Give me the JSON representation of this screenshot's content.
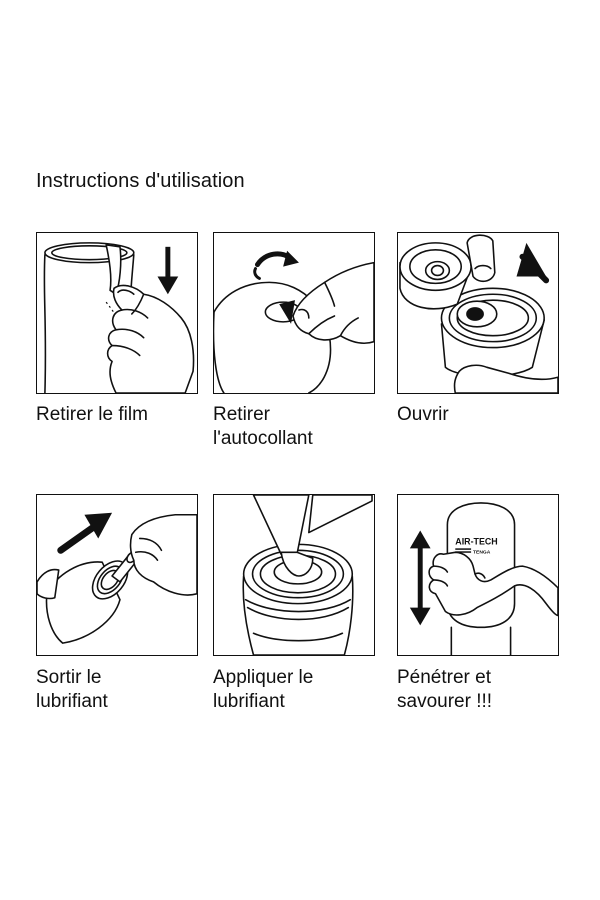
{
  "title": "Instructions d'utilisation",
  "steps": [
    {
      "label": "Retirer le film",
      "icon": "remove-film-illustration"
    },
    {
      "label": "Retirer\nl'autocollant",
      "icon": "remove-sticker-illustration"
    },
    {
      "label": "Ouvrir",
      "icon": "open-cap-illustration"
    },
    {
      "label": "Sortir le\nlubrifiant",
      "icon": "take-out-lubricant-illustration"
    },
    {
      "label": "Appliquer le\nlubrifiant",
      "icon": "apply-lubricant-illustration"
    },
    {
      "label": "Pénétrer et\nsavourer !!!",
      "icon": "penetrate-enjoy-illustration"
    }
  ],
  "logo": {
    "brand": "AIR-TECH",
    "subbrand": "TENGA"
  }
}
